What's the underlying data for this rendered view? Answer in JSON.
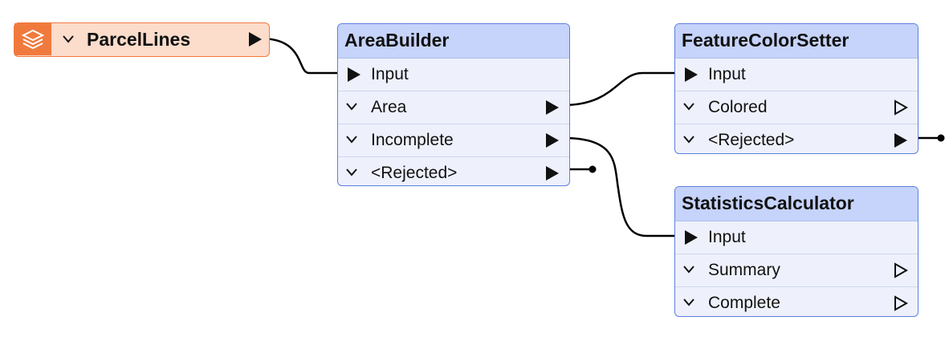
{
  "reader": {
    "label": "ParcelLines",
    "icon": "layers-icon",
    "color": "#f07a3e"
  },
  "nodes": {
    "areabuilder": {
      "title": "AreaBuilder",
      "input": "Input",
      "outputs": [
        "Area",
        "Incomplete",
        "<Rejected>"
      ]
    },
    "featurecolorsetter": {
      "title": "FeatureColorSetter",
      "input": "Input",
      "outputs": [
        "Colored",
        "<Rejected>"
      ]
    },
    "statisticscalculator": {
      "title": "StatisticsCalculator",
      "input": "Input",
      "outputs": [
        "Summary",
        "Complete"
      ]
    }
  },
  "colors": {
    "node_header": "#c6d3fa",
    "node_border": "#5b7fe0",
    "node_body": "#eef1fc",
    "reader_body": "#fcdccb"
  }
}
